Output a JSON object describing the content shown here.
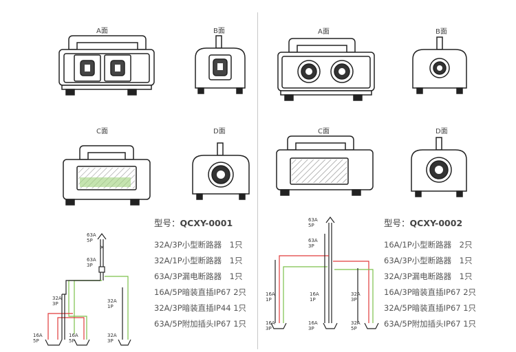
{
  "faces": {
    "a": "A面",
    "b": "B面",
    "c": "C面",
    "d": "D面"
  },
  "products": [
    {
      "model_label": "型号：",
      "model": "QCXY-0001",
      "specs": [
        "32A/3P小型断路器　1只",
        "32A/1P小型断路器　1只",
        "63A/3P漏电断路器　1只",
        "16A/5P暗装直插IP67 2只",
        "32A/3P暗装直插IP44 1只",
        "63A/5P附加插头IP67 1只"
      ],
      "diagram": {
        "main": "63A\n5P",
        "leakage": "63A\n3P",
        "mcb3p": "32A\n3P",
        "mcb1p": "32A\n1P",
        "out1": "16A\n5P",
        "out2": "16A\n5P",
        "out3": "32A\n3P"
      }
    },
    {
      "model_label": "型号：",
      "model": "QCXY-0002",
      "specs": [
        "16A/1P小型断路器　2只",
        "63A/3P小型断路器　1只",
        "32A/3P漏电断路器　1只",
        "16A/3P暗装直插IP67 2只",
        "32A/5P暗装直插IP67 1只",
        "63A/5P附加插头IP67 1只"
      ],
      "diagram": {
        "main": "63A\n5P",
        "mcb3p": "63A\n3P",
        "br1": "16A\n1P",
        "br2": "16A\n1P",
        "br3": "32A\n3P",
        "out1": "16A\n3P",
        "out2": "16A\n3P",
        "out3": "32A\n5P"
      }
    }
  ],
  "colors": {
    "red": "#e03a3a",
    "green": "#7cc04a",
    "line": "#333333"
  }
}
